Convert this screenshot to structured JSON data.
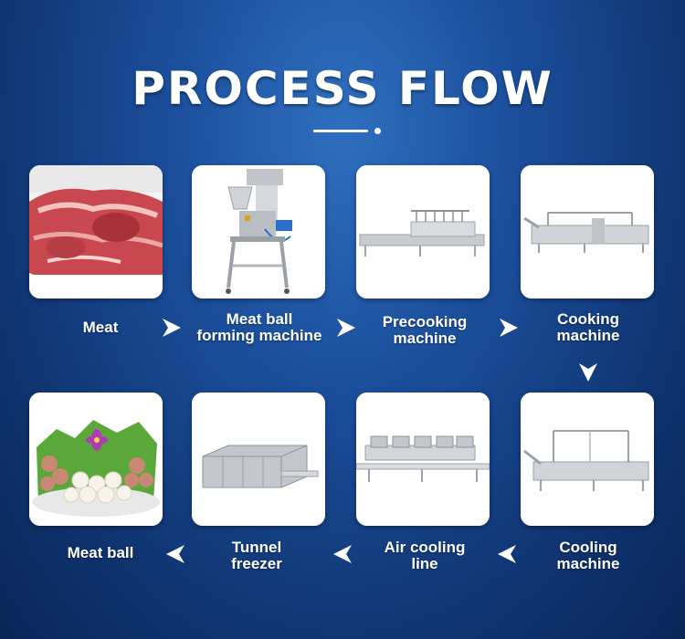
{
  "title": "PROCESS FLOW",
  "steps": [
    {
      "label": "Meat",
      "image": "raw-meat-photo"
    },
    {
      "label": "Meat ball\nforming machine",
      "image": "forming-machine-photo"
    },
    {
      "label": "Precooking\nmachine",
      "image": "precooking-machine-photo"
    },
    {
      "label": "Cooking\nmachine",
      "image": "cooking-machine-photo"
    },
    {
      "label": "Cooling\nmachine",
      "image": "cooling-machine-photo"
    },
    {
      "label": "Air cooling\nline",
      "image": "air-cooling-line-photo"
    },
    {
      "label": "Tunnel\nfreezer",
      "image": "tunnel-freezer-photo"
    },
    {
      "label": "Meat ball",
      "image": "meat-ball-photo"
    }
  ],
  "colors": {
    "background": "#1b4f9c",
    "card": "#ffffff",
    "arrow": "#ffffff"
  },
  "icons": {
    "arrow": "chevron-arrow-icon"
  }
}
